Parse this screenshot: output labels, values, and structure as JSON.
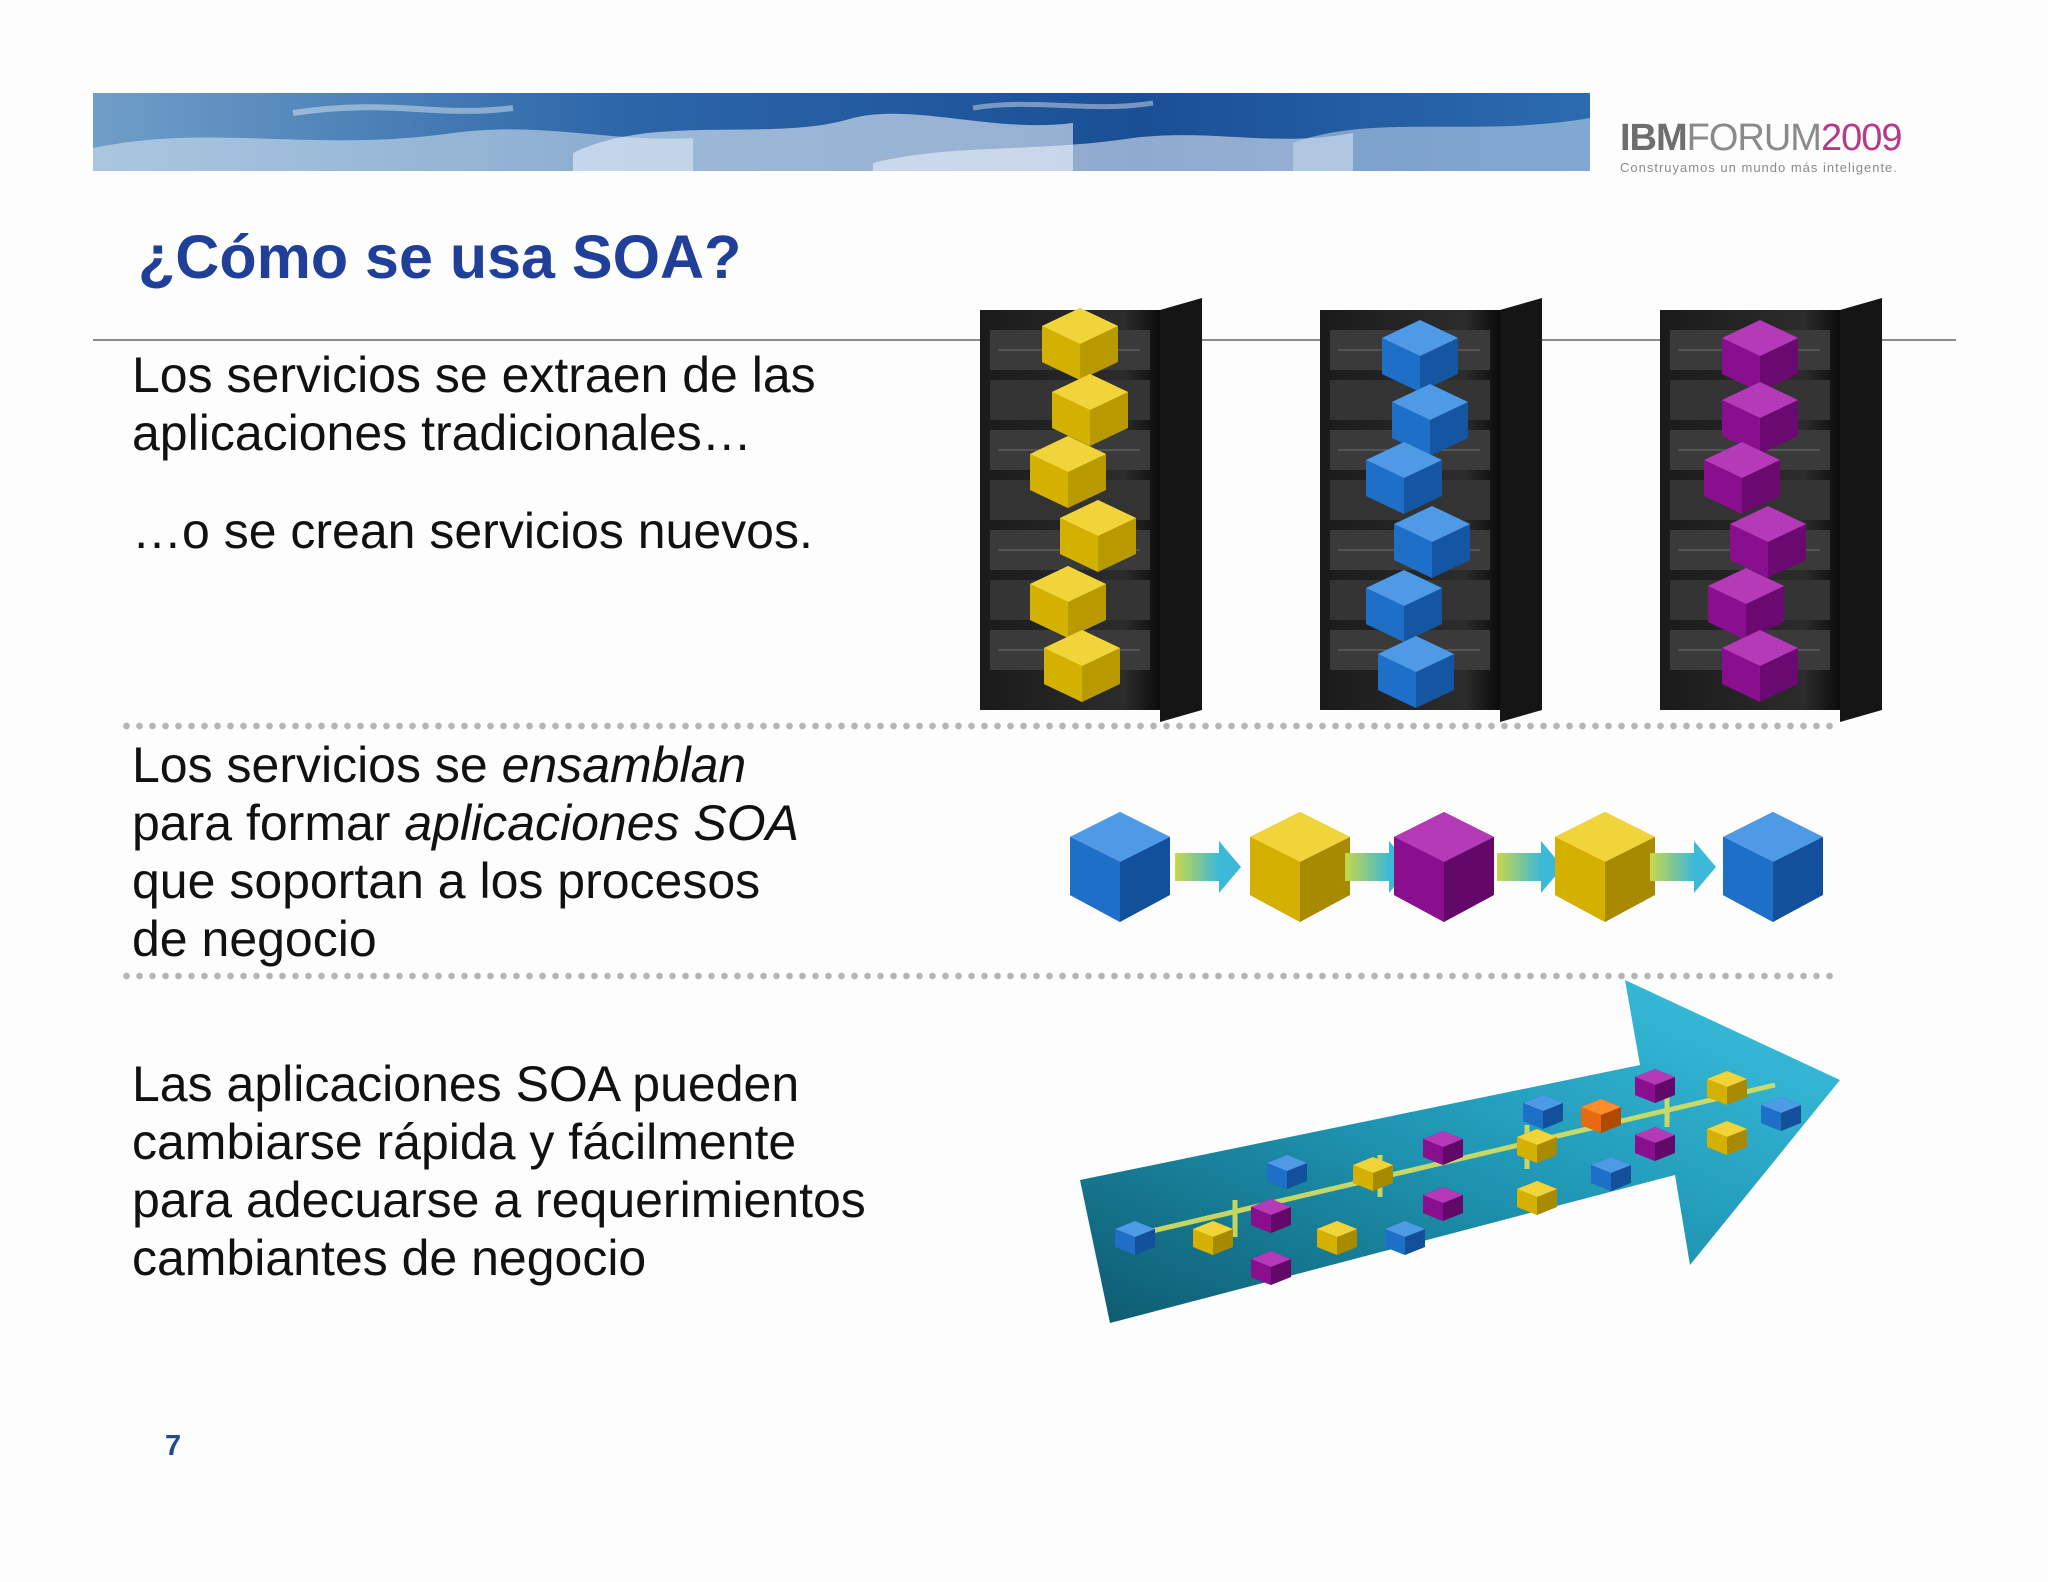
{
  "header": {
    "logo_ibm": "IBM",
    "logo_forum": "FORUM",
    "logo_year": "2009",
    "tagline": "Construyamos un mundo más inteligente."
  },
  "title": "¿Cómo se usa SOA?",
  "sections": [
    {
      "lines": [
        "Los servicios se extraen de las",
        "aplicaciones tradicionales…"
      ],
      "line3": "…o se crean servicios nuevos."
    },
    {
      "line1_pre": "Los servicios se ",
      "line1_em": "ensamblan",
      "line2_pre": "para formar ",
      "line2_em": "aplicaciones SOA",
      "line3": "que soportan a los procesos",
      "line4": "de negocio"
    },
    {
      "lines": [
        "Las aplicaciones SOA pueden",
        "cambiarse rápida y fácilmente",
        "para adecuarse a requerimientos",
        "cambiantes de negocio"
      ]
    }
  ],
  "page_number": "7",
  "colors": {
    "title": "#1f3f99",
    "cube_yellow": "#d4b000",
    "cube_blue": "#1e6fc8",
    "cube_purple": "#8a0f8f",
    "arrow": "#2aaed0"
  }
}
